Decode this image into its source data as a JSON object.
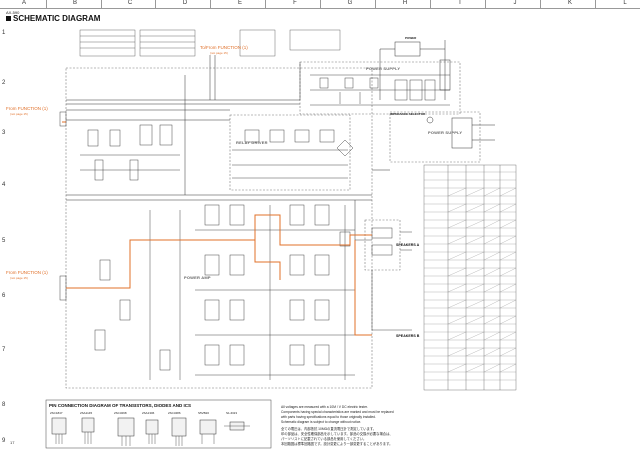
{
  "page": {
    "model": "AX-590",
    "title": "SCHEMATIC DIAGRAM",
    "page_number": "17",
    "column_labels": [
      "A",
      "B",
      "C",
      "D",
      "E",
      "F",
      "G",
      "H",
      "I",
      "J",
      "K",
      "L"
    ],
    "row_labels": [
      "1",
      "2",
      "3",
      "4",
      "5",
      "6",
      "7",
      "8",
      "9"
    ]
  },
  "connections": {
    "to_function": "To/From FUNCTION (1)",
    "to_function_sub": "(not page 15)",
    "from_function_top": "From FUNCTION (1)",
    "from_function_top_sub": "(not page 15)",
    "from_function_bottom": "From FUNCTION (1)",
    "from_function_bottom_sub": "(not page 15)"
  },
  "blocks": {
    "power_supply_top": "POWER SUPPLY",
    "power_supply_mid": "POWER SUPPLY",
    "relay_driver": "RELAY DRIVER",
    "power_amp": "POWER AMP",
    "impedance_selector": "IMPEDANCE SELECTOR",
    "power": "POWER"
  },
  "speakers": {
    "a": "SPEAKERS A",
    "b": "SPEAKERS B"
  },
  "pin_section": {
    "title": "PIN CONNECTION DIAGRAM OF TRANSISTORS, DIODES AND ICS",
    "parts": [
      "2SC1847",
      "2SA1145",
      "2SC3298",
      "2SA1306",
      "2SC3486",
      "S5VB20",
      "S1-ID23"
    ]
  },
  "notes": [
    "All voltages are measured with a 10M / V DC electric tester.",
    "Components having special characteristics are marked and must be replaced",
    "with parts having specifications equal to those originally installed.",
    "Schematic diagram is subject to change without notice.",
    "全ての電圧は、内部抵抗 10MΩの直流電圧計で測定しています。",
    "印の部品は、安全性確保部品を示しています。部品の交換が必要な場合は、",
    "パーツリストに記載されている部品を使用してください。",
    "本回路図は標準回路図です。設計変更により一部変更することがあります。"
  ],
  "colors": {
    "signal_path": "#e0702a",
    "circuit": "#333333",
    "dashed_block": "#777777",
    "grid": "#999999"
  }
}
